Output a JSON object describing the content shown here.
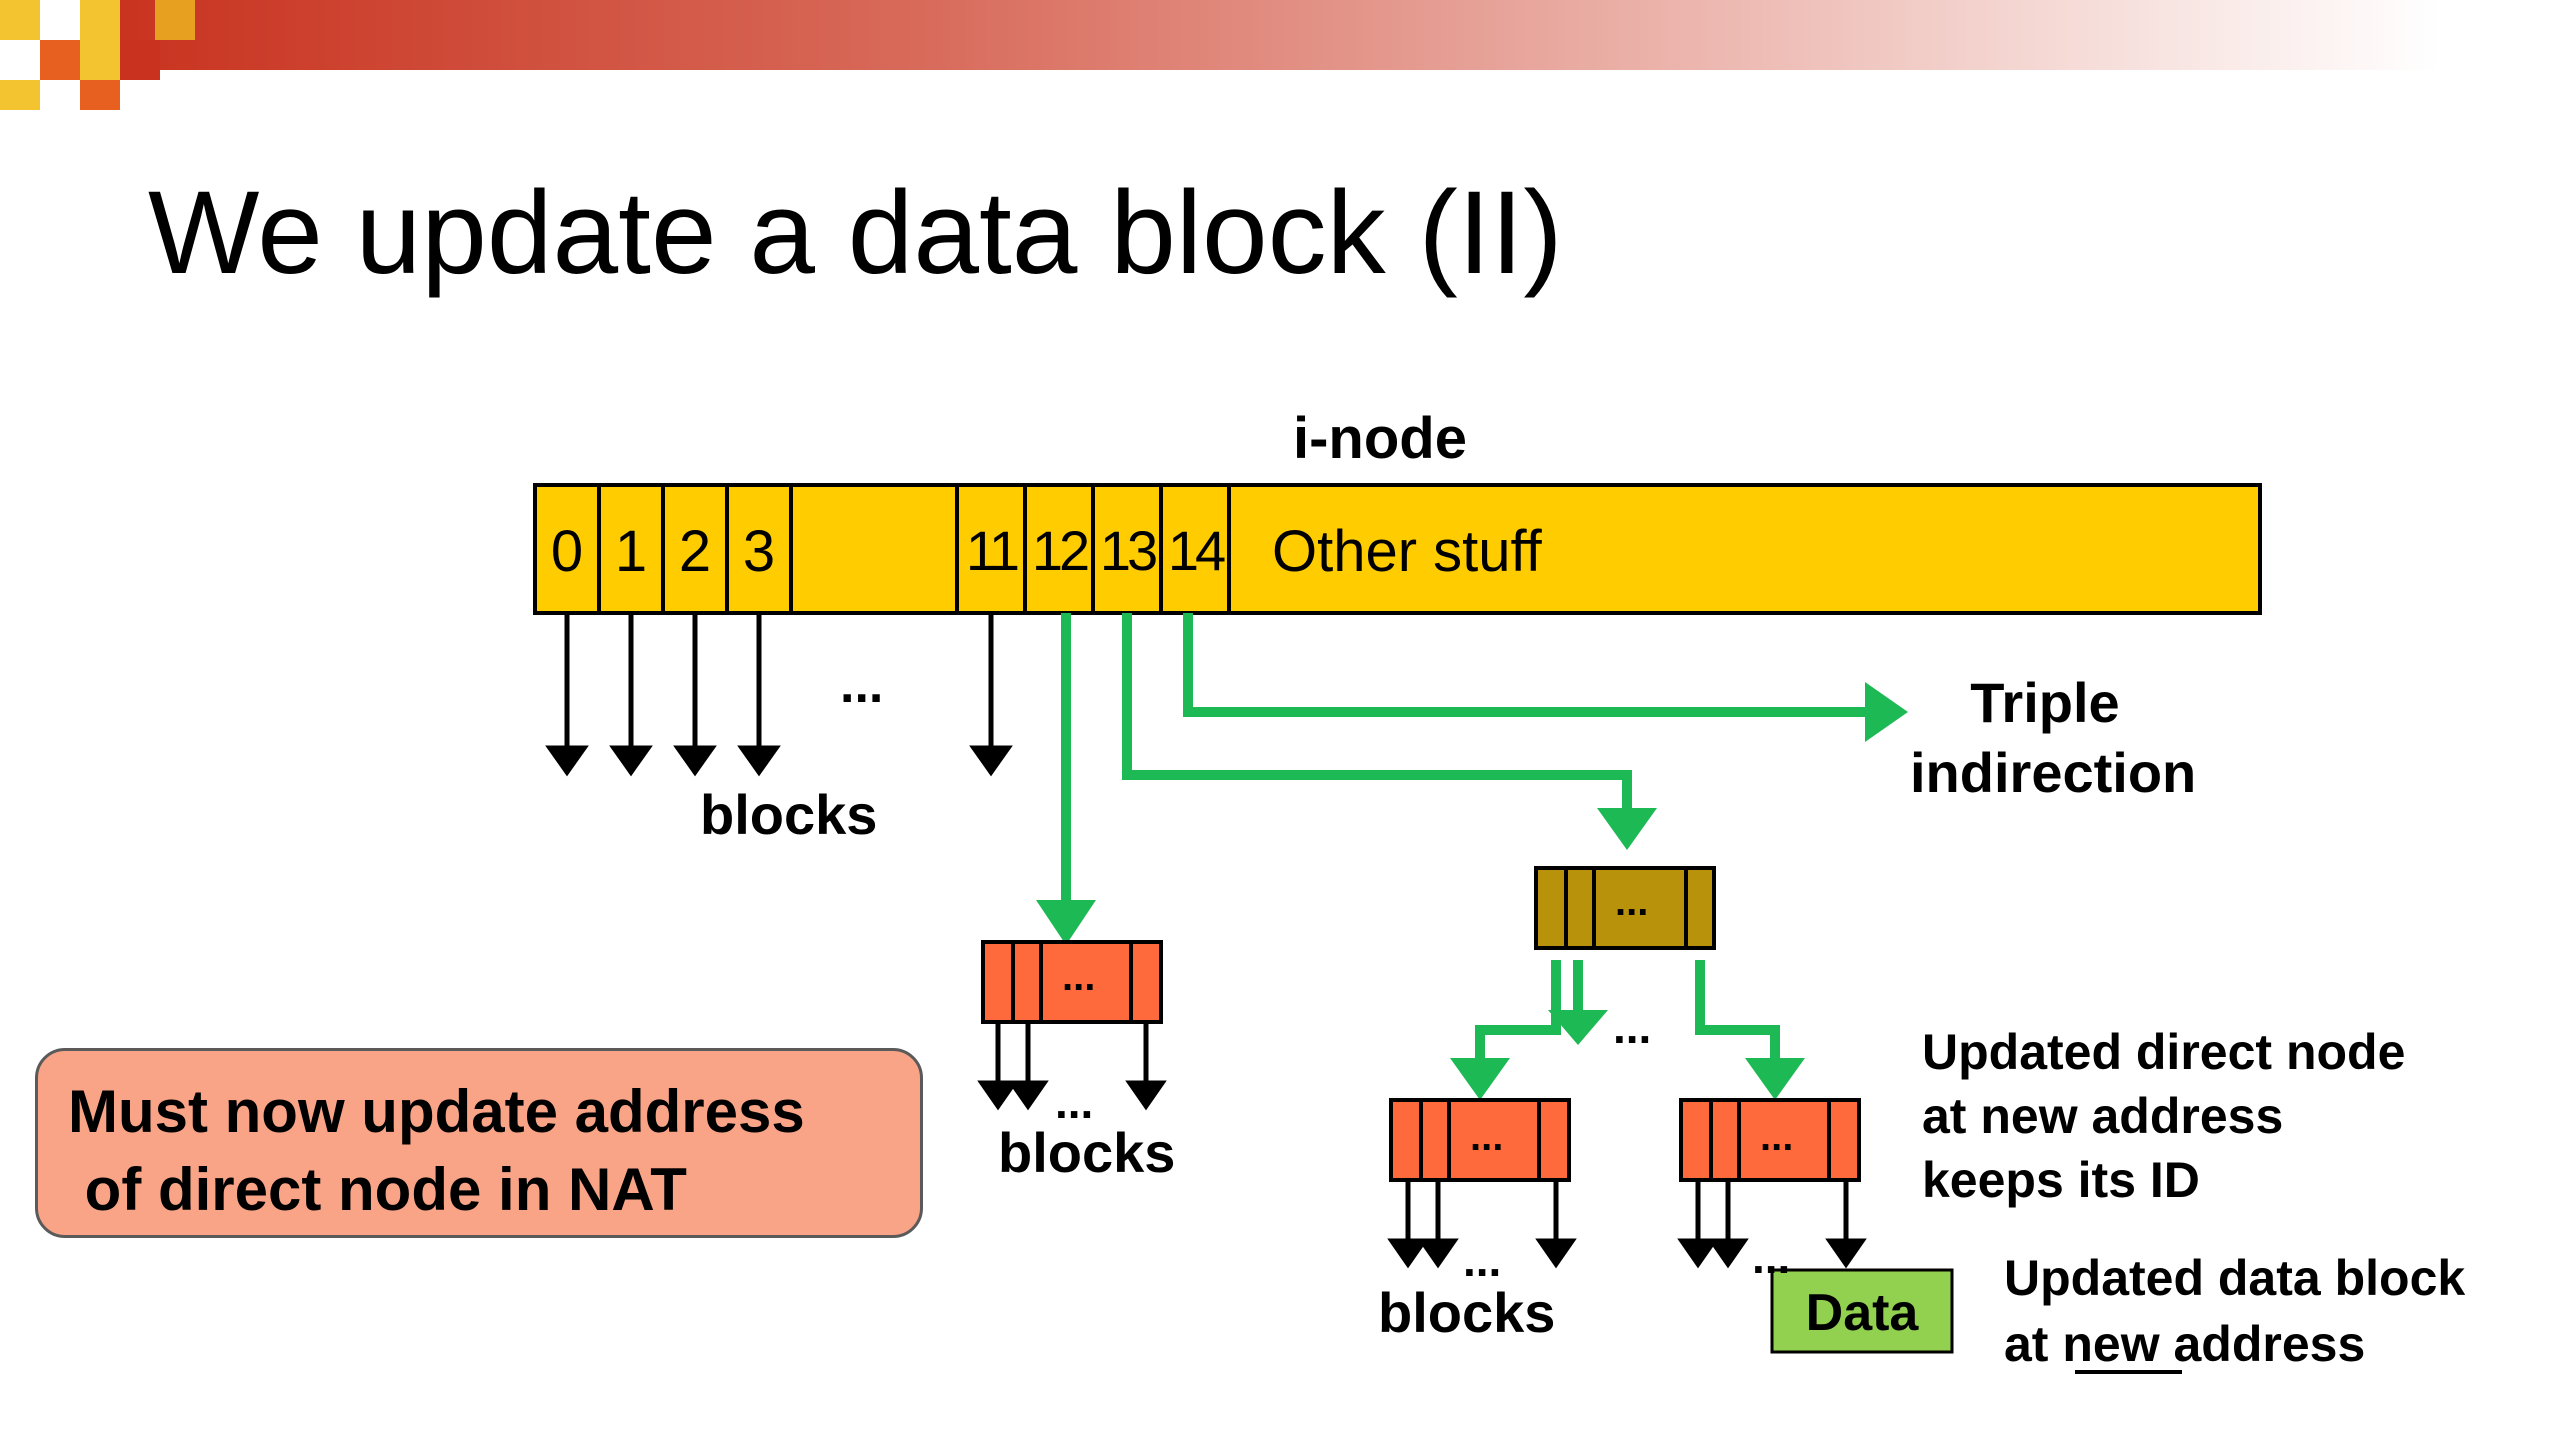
{
  "title": "We update a data block (II)",
  "inode": {
    "label": "i-node",
    "cells": [
      "0",
      "1",
      "2",
      "3",
      "11",
      "12",
      "13",
      "14"
    ],
    "other": "Other stuff",
    "fill": "#ffcc00"
  },
  "labels": {
    "ellipsis": "...",
    "blocks": "blocks",
    "triple_line1": "Triple",
    "triple_line2": "indirection",
    "updated_node_line1": "Updated direct node",
    "updated_node_line2": "at new address",
    "updated_node_line3": "keeps its ID",
    "data": "Data",
    "updated_data_line1": "Updated data block",
    "updated_data_prefix": "at ",
    "updated_data_underlined": "new",
    "updated_data_suffix": " address"
  },
  "callout": {
    "line1": "Must now update address",
    "line2": " of direct node in NAT"
  },
  "colors": {
    "arrow_green": "#1db954",
    "direct_node": "#ff6a3d",
    "indirect_node": "#b8920a",
    "data_block": "#92d050",
    "callout_fill": "#f9a487"
  }
}
